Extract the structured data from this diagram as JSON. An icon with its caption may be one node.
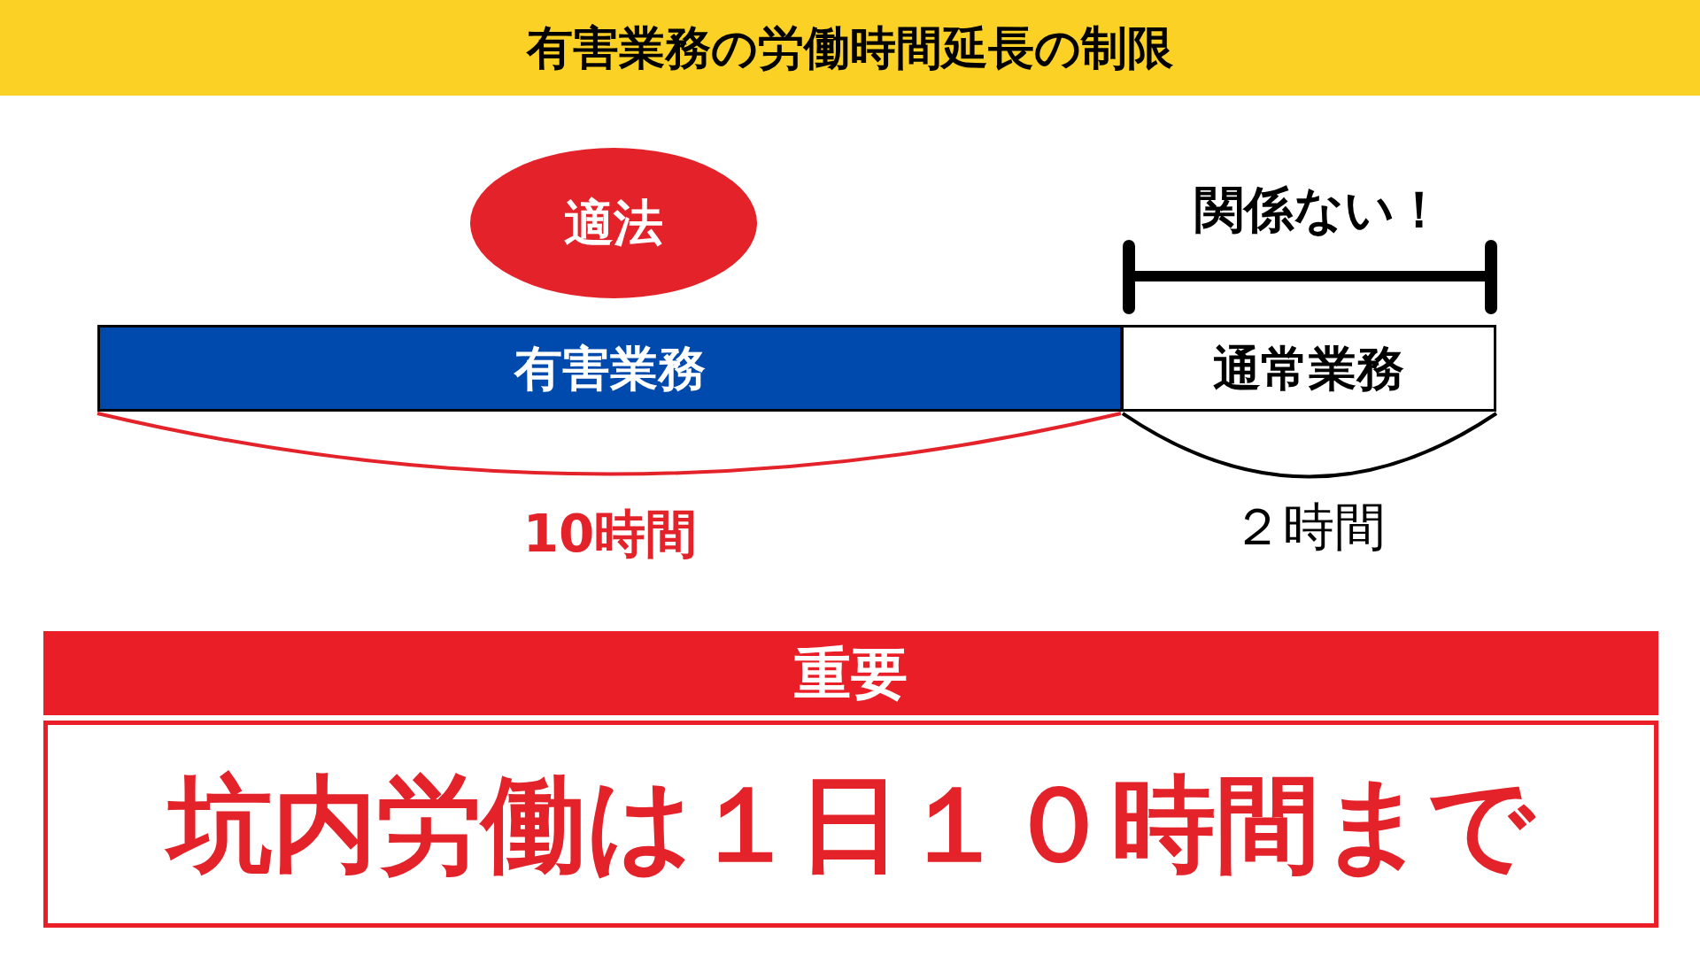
{
  "diagram": {
    "title": "有害業務の労働時間延長の制限",
    "nodes": [
      {
        "text": [
          "適法"
        ]
      },
      {
        "text": [
          "有害業務"
        ],
        "beside": [
          "10時間"
        ]
      },
      {
        "text": [
          "通常業務"
        ],
        "beside": [
          "２時間"
        ]
      },
      {
        "text": [
          "重要"
        ]
      },
      {
        "text": [
          "坑内労働は１日１０時間まで"
        ]
      }
    ],
    "labels": [
      "関係ない！"
    ]
  }
}
